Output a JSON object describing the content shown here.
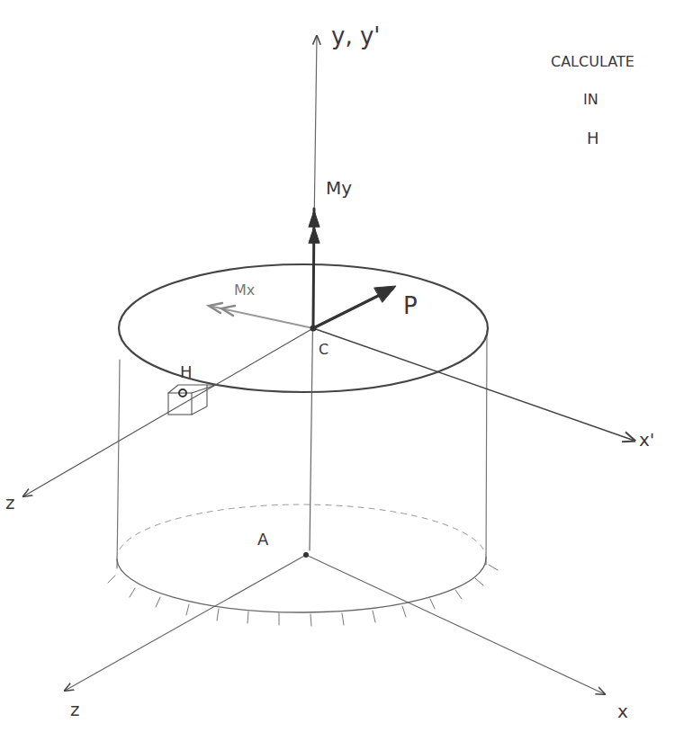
{
  "diagram": {
    "labels": [
      "CALCULATE",
      "IN",
      "H",
      "y, y'",
      "My",
      "Mx",
      "P",
      "C",
      "H",
      "x'",
      "z",
      "A",
      "z",
      "x"
    ]
  }
}
